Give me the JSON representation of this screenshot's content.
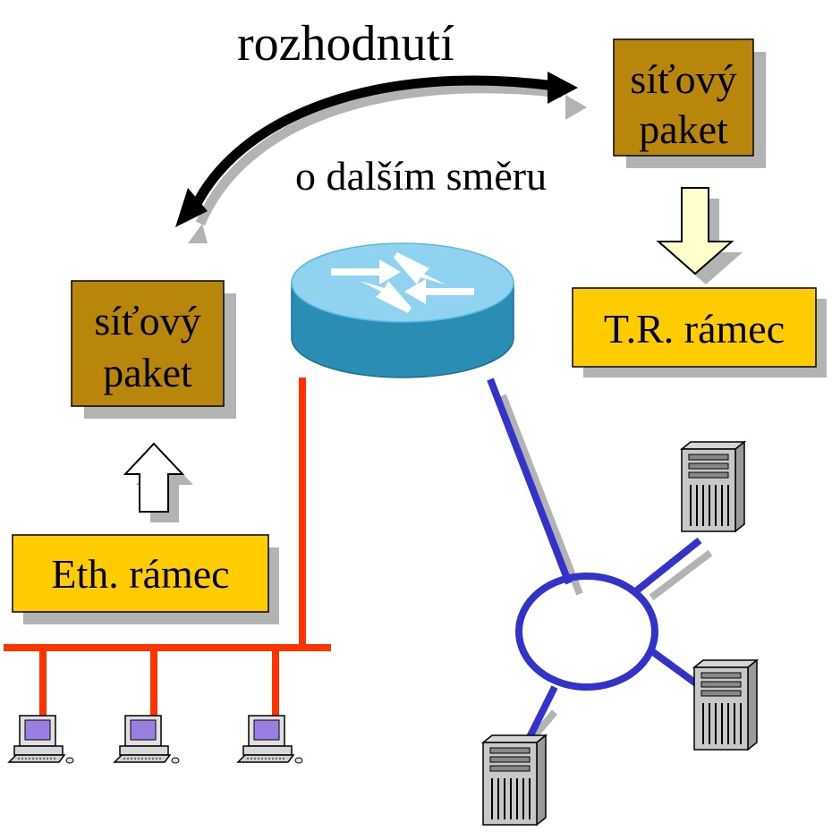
{
  "texts": {
    "decision_top": "rozhodnutí",
    "decision_bottom": "o dalším směru"
  },
  "boxes": {
    "packet_right": {
      "line1": "síťový",
      "line2": "paket"
    },
    "packet_left": {
      "line1": "síťový",
      "line2": "paket"
    },
    "tr_frame": "T.R. rámec",
    "eth_frame": "Eth. rámec"
  },
  "colors": {
    "packet_box": "#b8860b",
    "frame_box": "#ffcc00",
    "ethernet_line": "#ff3300",
    "token_ring_line": "#3333cc",
    "router_body": "#2a8db3",
    "router_top": "#8fd3f0",
    "arrow_down_fill": "#ffffcc",
    "shadow": "#b3b3b3"
  },
  "icons": {
    "router": "router-icon",
    "workstation": "desktop-computer-icon",
    "server": "tower-server-icon"
  }
}
